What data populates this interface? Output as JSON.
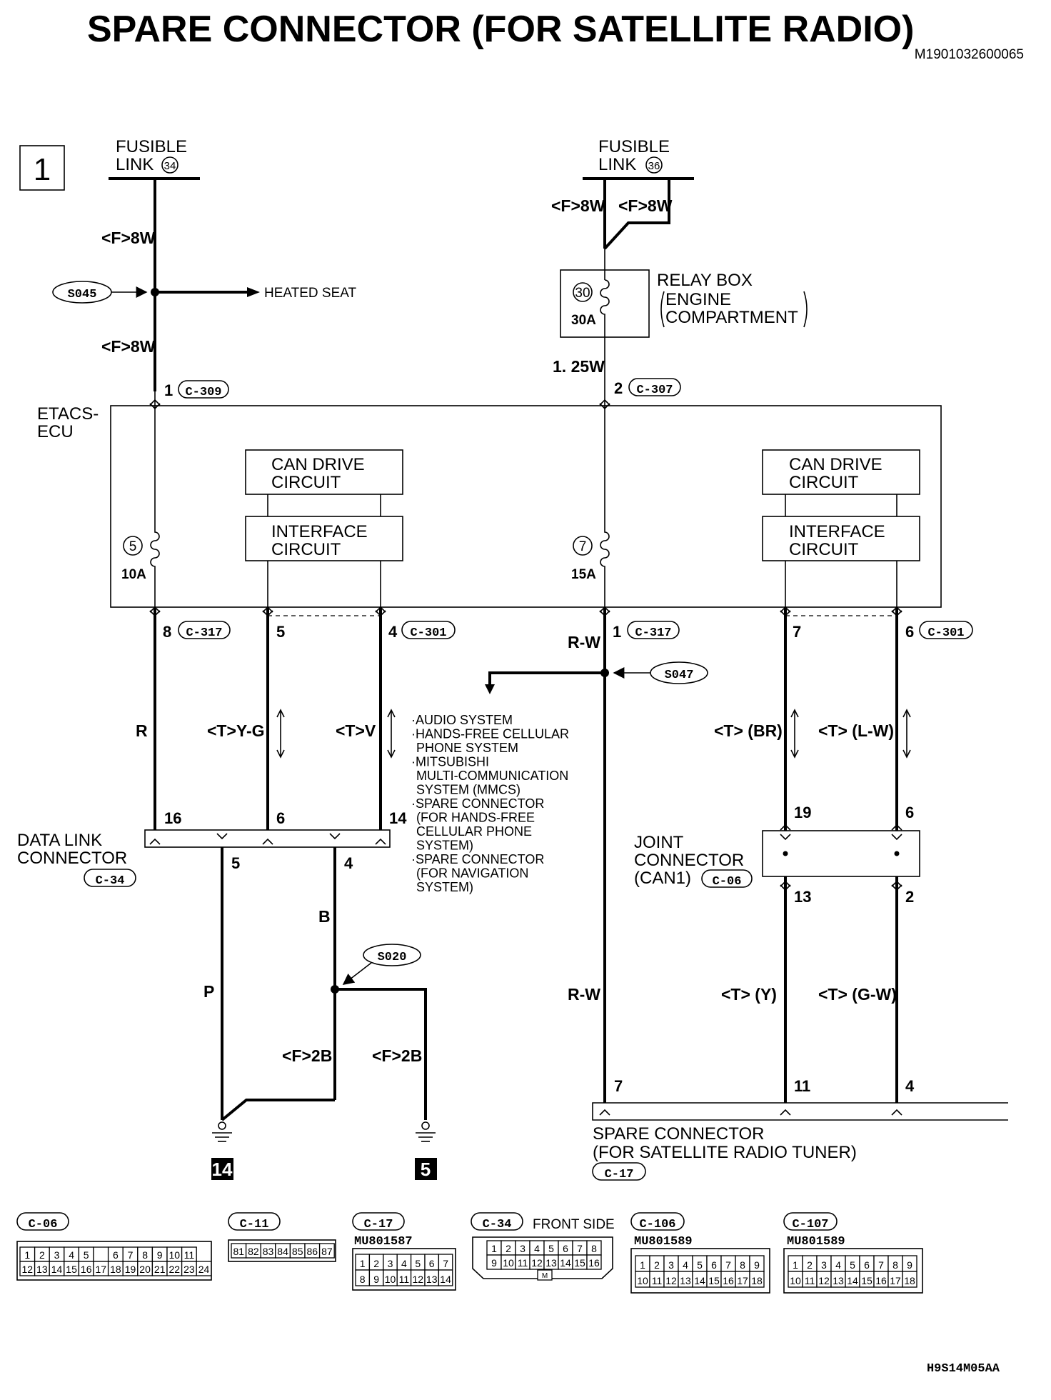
{
  "title": "SPARE CONNECTOR (FOR SATELLITE RADIO)",
  "doc_id": "M1901032600065",
  "footer_code": "H9S14M05AA",
  "sheet_number": "1",
  "fusible_link_label": "FUSIBLE",
  "link_word": "LINK",
  "fusible_link_left_num": "34",
  "fusible_link_right_num": "36",
  "wire_f8w": "<F>8W",
  "splice_s045": "S045",
  "heated_seat": "HEATED SEAT",
  "relay_box": "RELAY BOX",
  "engine": "ENGINE",
  "compartment": "COMPARTMENT",
  "fuse30_num": "30",
  "fuse30_amp": "30A",
  "wire_125w": "1. 25W",
  "pin_c309": "1",
  "conn_c309": "C-309",
  "pin_c307": "2",
  "conn_c307": "C-307",
  "etacs_line1": "ETACS-",
  "etacs_line2": "ECU",
  "can_drive_1": "CAN DRIVE",
  "circuit": "CIRCUIT",
  "interface_1": "INTERFACE",
  "fuse5_num": "5",
  "fuse5_amp": "10A",
  "fuse7_num": "7",
  "fuse7_amp": "15A",
  "pin8": "8",
  "conn_c317": "C-317",
  "pin5": "5",
  "pin4": "4",
  "conn_c301": "C-301",
  "pin1": "1",
  "pin7": "7",
  "pin6": "6",
  "wire_rw": "R-W",
  "splice_s047": "S047",
  "wire_r": "R",
  "wire_tyg": "<T>Y-G",
  "wire_tv": "<T>V",
  "wire_tbr": "<T> (BR)",
  "wire_tlw": "<T> (L-W)",
  "list_items": [
    "·AUDIO SYSTEM",
    "·HANDS-FREE CELLULAR",
    "PHONE SYSTEM",
    "·MITSUBISHI",
    "MULTI-COMMUNICATION",
    "SYSTEM (MMCS)",
    "·SPARE CONNECTOR",
    "(FOR HANDS-FREE",
    "CELLULAR PHONE",
    "SYSTEM)",
    "·SPARE CONNECTOR",
    "(FOR NAVIGATION",
    "SYSTEM)"
  ],
  "dlc_pin16": "16",
  "dlc_pin6": "6",
  "dlc_pin14": "14",
  "dlc_pin5": "5",
  "dlc_pin4": "4",
  "dlc_label1": "DATA LINK",
  "dlc_label2": "CONNECTOR",
  "conn_c34": "C-34",
  "joint_label1": "JOINT",
  "joint_label2": "CONNECTOR",
  "joint_label3": "(CAN1)",
  "conn_c06": "C-06",
  "jc_pin19": "19",
  "jc_pin6": "6",
  "jc_pin13": "13",
  "jc_pin2": "2",
  "wire_b": "B",
  "splice_s020": "S020",
  "wire_p": "P",
  "wire_f2b": "<F>2B",
  "wire_ty": "<T> (Y)",
  "wire_tgw": "<T> (G-W)",
  "sc_pin7": "7",
  "sc_pin11": "11",
  "sc_pin4": "4",
  "spare_label1": "SPARE CONNECTOR",
  "spare_label2": "(FOR SATELLITE RADIO TUNER)",
  "conn_c17": "C-17",
  "ground_14": "14",
  "ground_5": "5",
  "conn_c11": "C-11",
  "conn_c106": "C-106",
  "conn_c107": "C-107",
  "front_side": "FRONT SIDE",
  "part_c17": "MU801587",
  "part_c106": "MU801589",
  "part_c107": "MU801589",
  "c06_row1": [
    "1",
    "2",
    "3",
    "4",
    "5",
    "",
    "6",
    "7",
    "8",
    "9",
    "10",
    "11"
  ],
  "c06_row2": [
    "12",
    "13",
    "14",
    "15",
    "16",
    "17",
    "18",
    "19",
    "20",
    "21",
    "22",
    "23",
    "24"
  ],
  "c11_row": [
    "81",
    "82",
    "83",
    "84",
    "85",
    "86",
    "87"
  ],
  "c17_row1": [
    "1",
    "2",
    "3",
    "4",
    "5",
    "6",
    "7"
  ],
  "c17_row2": [
    "8",
    "9",
    "10",
    "11",
    "12",
    "13",
    "14"
  ],
  "c34_row1": [
    "1",
    "2",
    "3",
    "4",
    "5",
    "6",
    "7",
    "8"
  ],
  "c34_row2": [
    "9",
    "10",
    "11",
    "12",
    "13",
    "14",
    "15",
    "16"
  ],
  "c34_tab": "M",
  "c106_row1": [
    "1",
    "2",
    "3",
    "4",
    "5",
    "6",
    "7",
    "8",
    "9"
  ],
  "c106_row2": [
    "10",
    "11",
    "12",
    "13",
    "14",
    "15",
    "16",
    "17",
    "18"
  ]
}
